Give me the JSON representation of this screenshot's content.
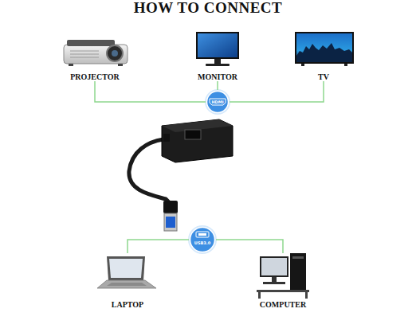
{
  "diagram": {
    "title": "HOW TO CONNECT",
    "nodes": [
      {
        "text": [
          "PROJECTOR"
        ]
      },
      {
        "text": [
          "MONITOR"
        ]
      },
      {
        "text": [
          "TV"
        ]
      },
      {
        "text": [
          "HDMI"
        ]
      },
      {
        "text": [
          "USB3.0"
        ]
      },
      {
        "text": [
          "LAPTOP"
        ]
      },
      {
        "text": [
          "COMPUTER"
        ]
      }
    ],
    "edges": [
      {
        "from": 0,
        "to": 3,
        "arrow": "none"
      },
      {
        "from": 1,
        "to": 3,
        "arrow": "none"
      },
      {
        "from": 2,
        "to": 3,
        "arrow": "none"
      },
      {
        "from": 4,
        "to": 5,
        "arrow": "none"
      },
      {
        "from": 4,
        "to": 6,
        "arrow": "none"
      }
    ]
  }
}
